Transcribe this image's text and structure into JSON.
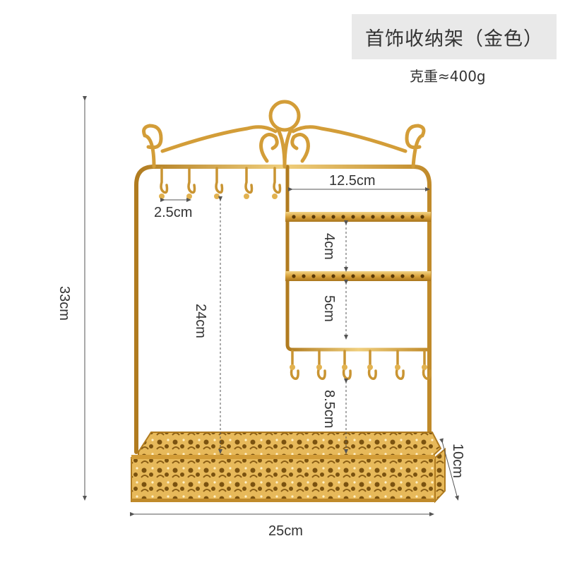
{
  "header": {
    "title": "首饰收纳架（金色）",
    "weight": "克重≈400g"
  },
  "dimensions": {
    "total_height": "33cm",
    "width": "25cm",
    "depth": "10cm",
    "upper_width": "12.5cm",
    "hook_spacing": "2.5cm",
    "hook_to_tray": "24cm",
    "bar_spacing_1": "4cm",
    "bar_spacing_2": "5cm",
    "lower_hook_to_tray": "8.5cm"
  },
  "colors": {
    "gold": "#d9a33c",
    "gold_dark": "#b07b1f",
    "gold_light": "#f0cf7d",
    "title_bg": "#e9e9e9",
    "dim_line": "#555555"
  }
}
